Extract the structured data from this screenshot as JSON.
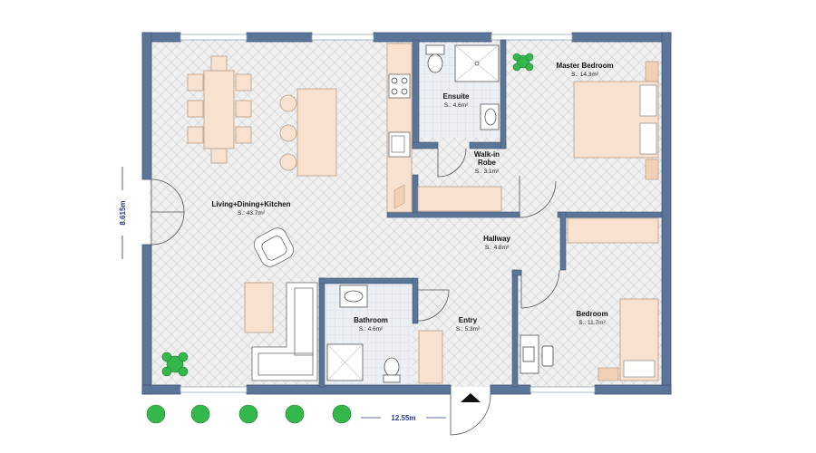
{
  "colors": {
    "wall": "#5b7599",
    "wall_dark": "#3f5677",
    "floor": "#efefef",
    "tile": "#dfe3e8",
    "furniture": "#f8e1cf",
    "furniture_line": "#b89c85",
    "fixture": "#ffffff",
    "plant": "#34b84b",
    "dimension": "#2a3a8c"
  },
  "rooms": [
    {
      "id": "living",
      "name": "Living+Dining+Kitchen",
      "area": "S.: 43.7m²"
    },
    {
      "id": "ensuite",
      "name": "Ensuite",
      "area": "S.: 4.6m²"
    },
    {
      "id": "master",
      "name": "Master Bedroom",
      "area": "S.: 14.3m²"
    },
    {
      "id": "robe",
      "name": "Walk-in\nRobe",
      "area": "S.: 3.1m²"
    },
    {
      "id": "hallway",
      "name": "Hallway",
      "area": "S.: 4.8m²"
    },
    {
      "id": "bathroom",
      "name": "Bathroom",
      "area": "S.: 4.6m²"
    },
    {
      "id": "entry",
      "name": "Entry",
      "area": "S.: 5.3m²"
    },
    {
      "id": "bedroom",
      "name": "Bedroom",
      "area": "S.: 11.7m²"
    }
  ],
  "dimensions": {
    "width": "12.55m",
    "height": "8.615m"
  }
}
